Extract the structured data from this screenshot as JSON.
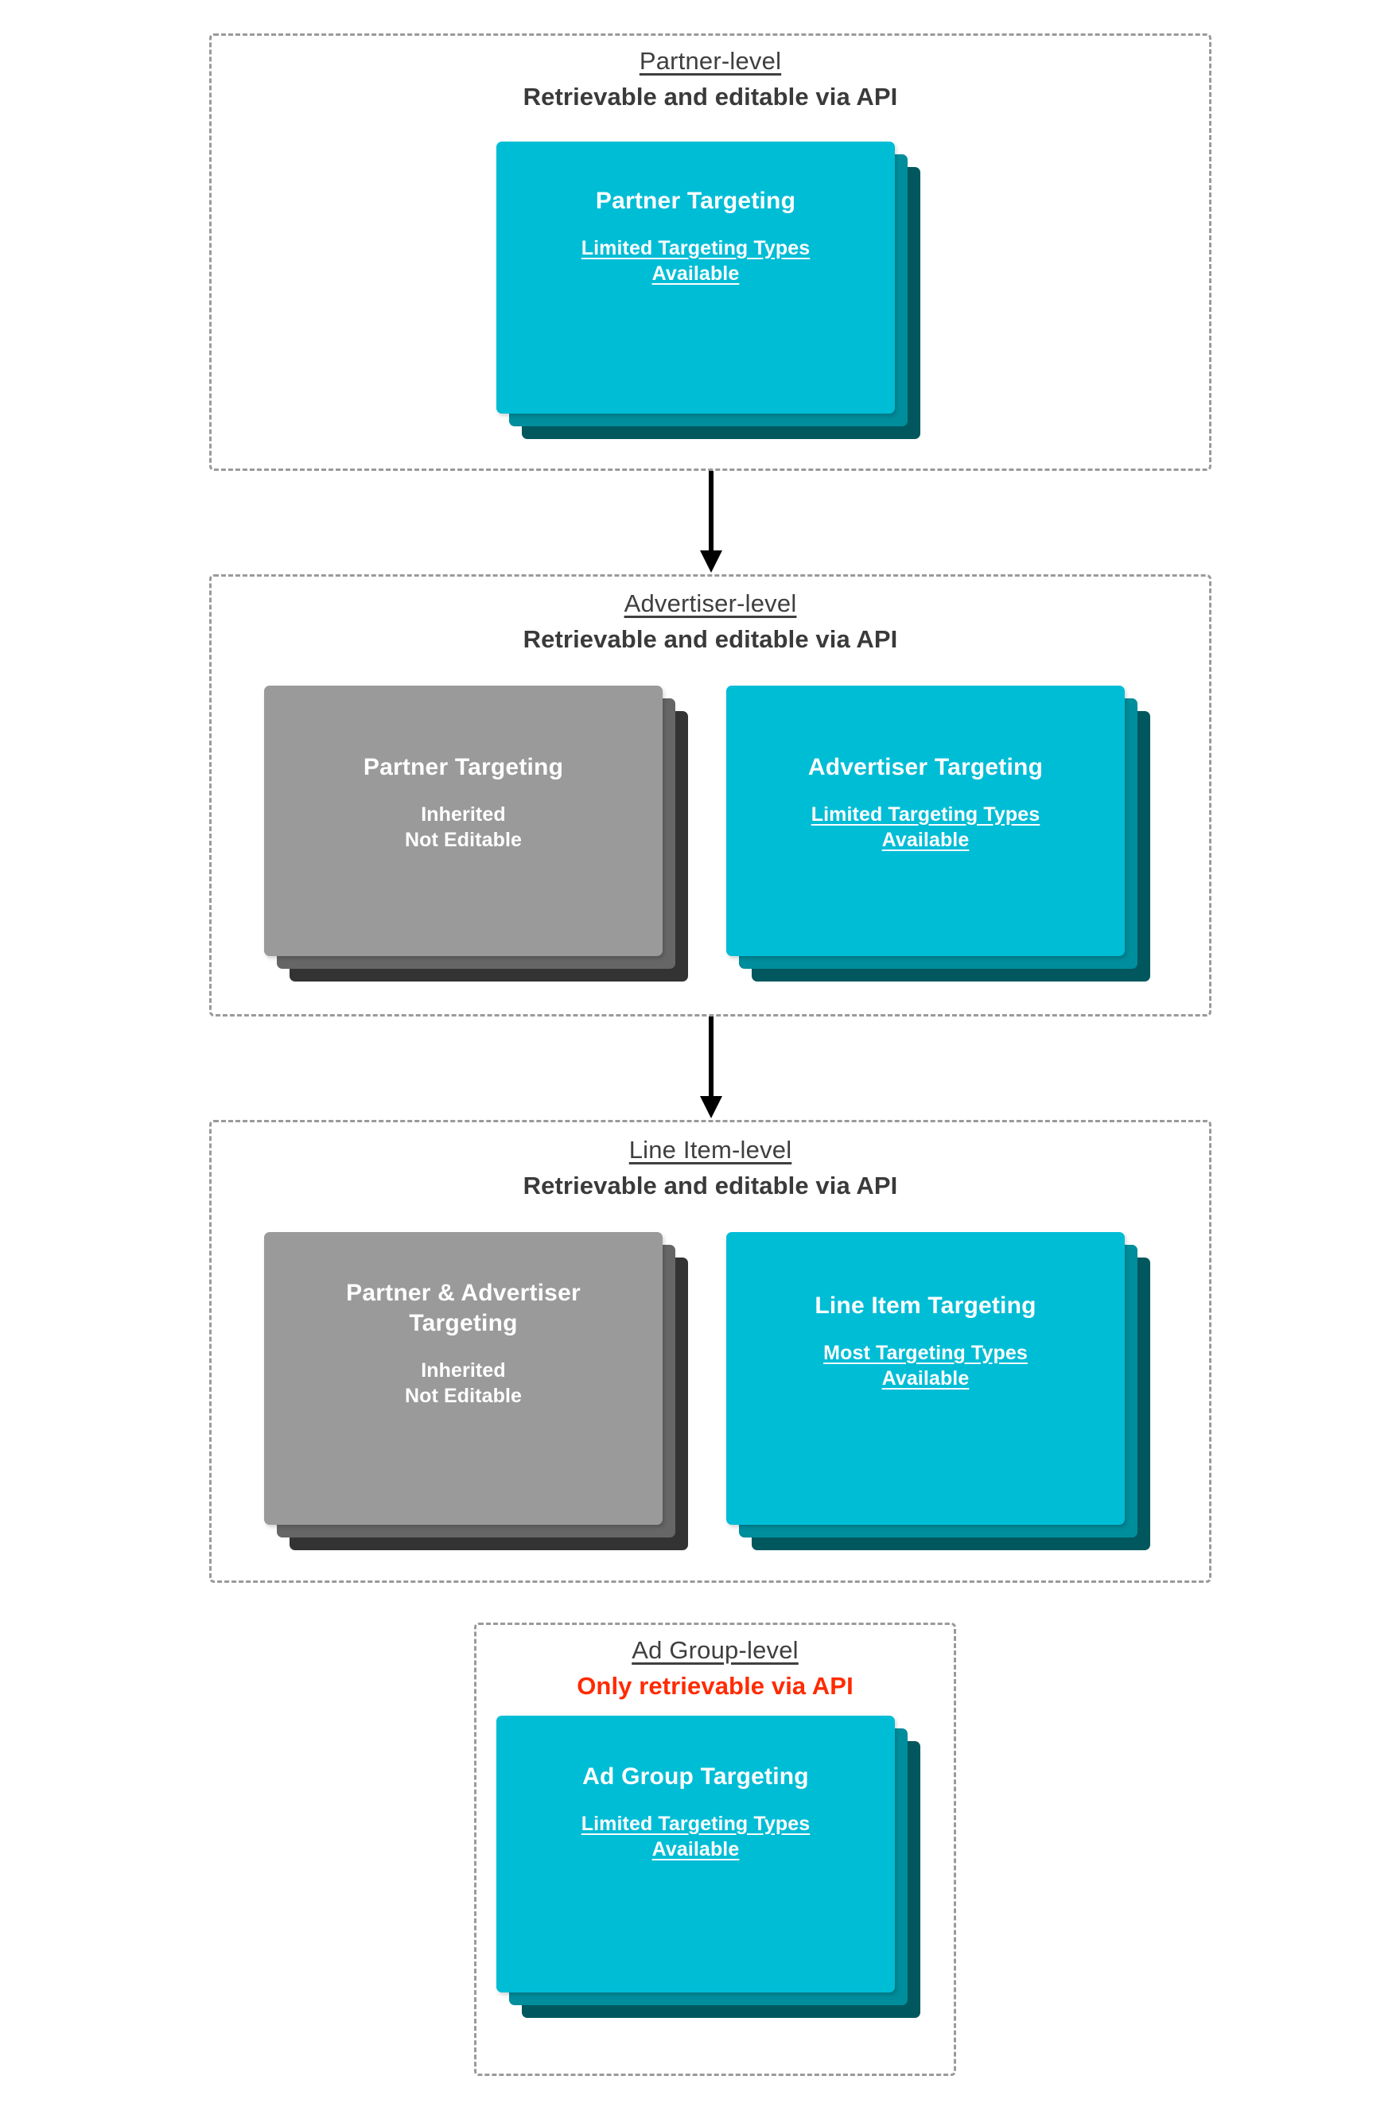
{
  "diagram": {
    "title": "Targeting inheritance across Partner, Advertiser, Line Item and Ad Group levels",
    "colors": {
      "cyan_front": "#00bdd6",
      "cyan_mid": "#008d9c",
      "cyan_back": "#00585e",
      "gray_front": "#9a9a9a",
      "gray_mid": "#666666",
      "gray_back": "#333333",
      "dashed_border": "#9a9a9a",
      "heading_text": "#3f3f3f",
      "alert_text": "#ff2a00",
      "card_text": "#ffffff"
    },
    "levels": [
      {
        "id": "partner-level",
        "name": "Partner-level",
        "api_note": "Retrievable and editable via API",
        "api_note_alert": false,
        "cards": [
          {
            "id": "partner-targeting",
            "title": "Partner Targeting",
            "subtitle": "Limited Targeting Types Available",
            "subtitle_underlined": true,
            "style": "cyan"
          }
        ]
      },
      {
        "id": "advertiser-level",
        "name": "Advertiser-level",
        "api_note": "Retrievable and editable via API",
        "api_note_alert": false,
        "cards": [
          {
            "id": "inherited-partner-targeting",
            "title": "Partner Targeting",
            "subtitle": "Inherited\nNot Editable",
            "subtitle_underlined": false,
            "style": "gray"
          },
          {
            "id": "advertiser-targeting",
            "title": "Advertiser Targeting",
            "subtitle": "Limited Targeting Types Available",
            "subtitle_underlined": true,
            "style": "cyan"
          }
        ]
      },
      {
        "id": "line-item-level",
        "name": "Line Item-level",
        "api_note": "Retrievable and editable via API",
        "api_note_alert": false,
        "cards": [
          {
            "id": "inherited-partner-advertiser-targeting",
            "title": "Partner & Advertiser Targeting",
            "subtitle": "Inherited\nNot Editable",
            "subtitle_underlined": false,
            "style": "gray"
          },
          {
            "id": "line-item-targeting",
            "title": "Line Item Targeting",
            "subtitle": "Most Targeting Types Available",
            "subtitle_underlined": true,
            "style": "cyan"
          }
        ]
      },
      {
        "id": "ad-group-level",
        "name": "Ad Group-level",
        "api_note": "Only retrievable via API",
        "api_note_alert": true,
        "cards": [
          {
            "id": "ad-group-targeting",
            "title": "Ad Group Targeting",
            "subtitle": "Limited Targeting Types Available",
            "subtitle_underlined": true,
            "style": "cyan"
          }
        ]
      }
    ],
    "connectors": [
      {
        "id": "arrow-partner-to-advertiser",
        "from": "partner-level",
        "to": "advertiser-level"
      },
      {
        "id": "arrow-advertiser-to-line-item",
        "from": "advertiser-level",
        "to": "line-item-level"
      }
    ]
  },
  "cards": {
    "partner_targeting_title": "Partner Targeting",
    "partner_targeting_sub_l1": "Limited Targeting Types",
    "partner_targeting_sub_l2": "Available",
    "adv_inherited_title": "Partner Targeting",
    "adv_inherited_sub_l1": "Inherited",
    "adv_inherited_sub_l2": "Not Editable",
    "advertiser_targeting_title": "Advertiser Targeting",
    "advertiser_targeting_sub_l1": "Limited Targeting Types",
    "advertiser_targeting_sub_l2": "Available",
    "li_inherited_title_l1": "Partner & Advertiser",
    "li_inherited_title_l2": "Targeting",
    "li_inherited_sub_l1": "Inherited",
    "li_inherited_sub_l2": "Not Editable",
    "line_item_targeting_title": "Line Item Targeting",
    "line_item_targeting_sub_l1": "Most Targeting Types",
    "line_item_targeting_sub_l2": "Available",
    "ad_group_targeting_title": "Ad Group Targeting",
    "ad_group_targeting_sub_l1": "Limited Targeting Types",
    "ad_group_targeting_sub_l2": "Available"
  },
  "headers": {
    "partner_name": "Partner-level",
    "partner_api": "Retrievable and editable via API",
    "advertiser_name": "Advertiser-level",
    "advertiser_api": "Retrievable and editable via API",
    "lineitem_name": "Line Item-level",
    "lineitem_api": "Retrievable and editable via API",
    "adgroup_name": "Ad Group-level",
    "adgroup_api": "Only retrievable via API"
  }
}
